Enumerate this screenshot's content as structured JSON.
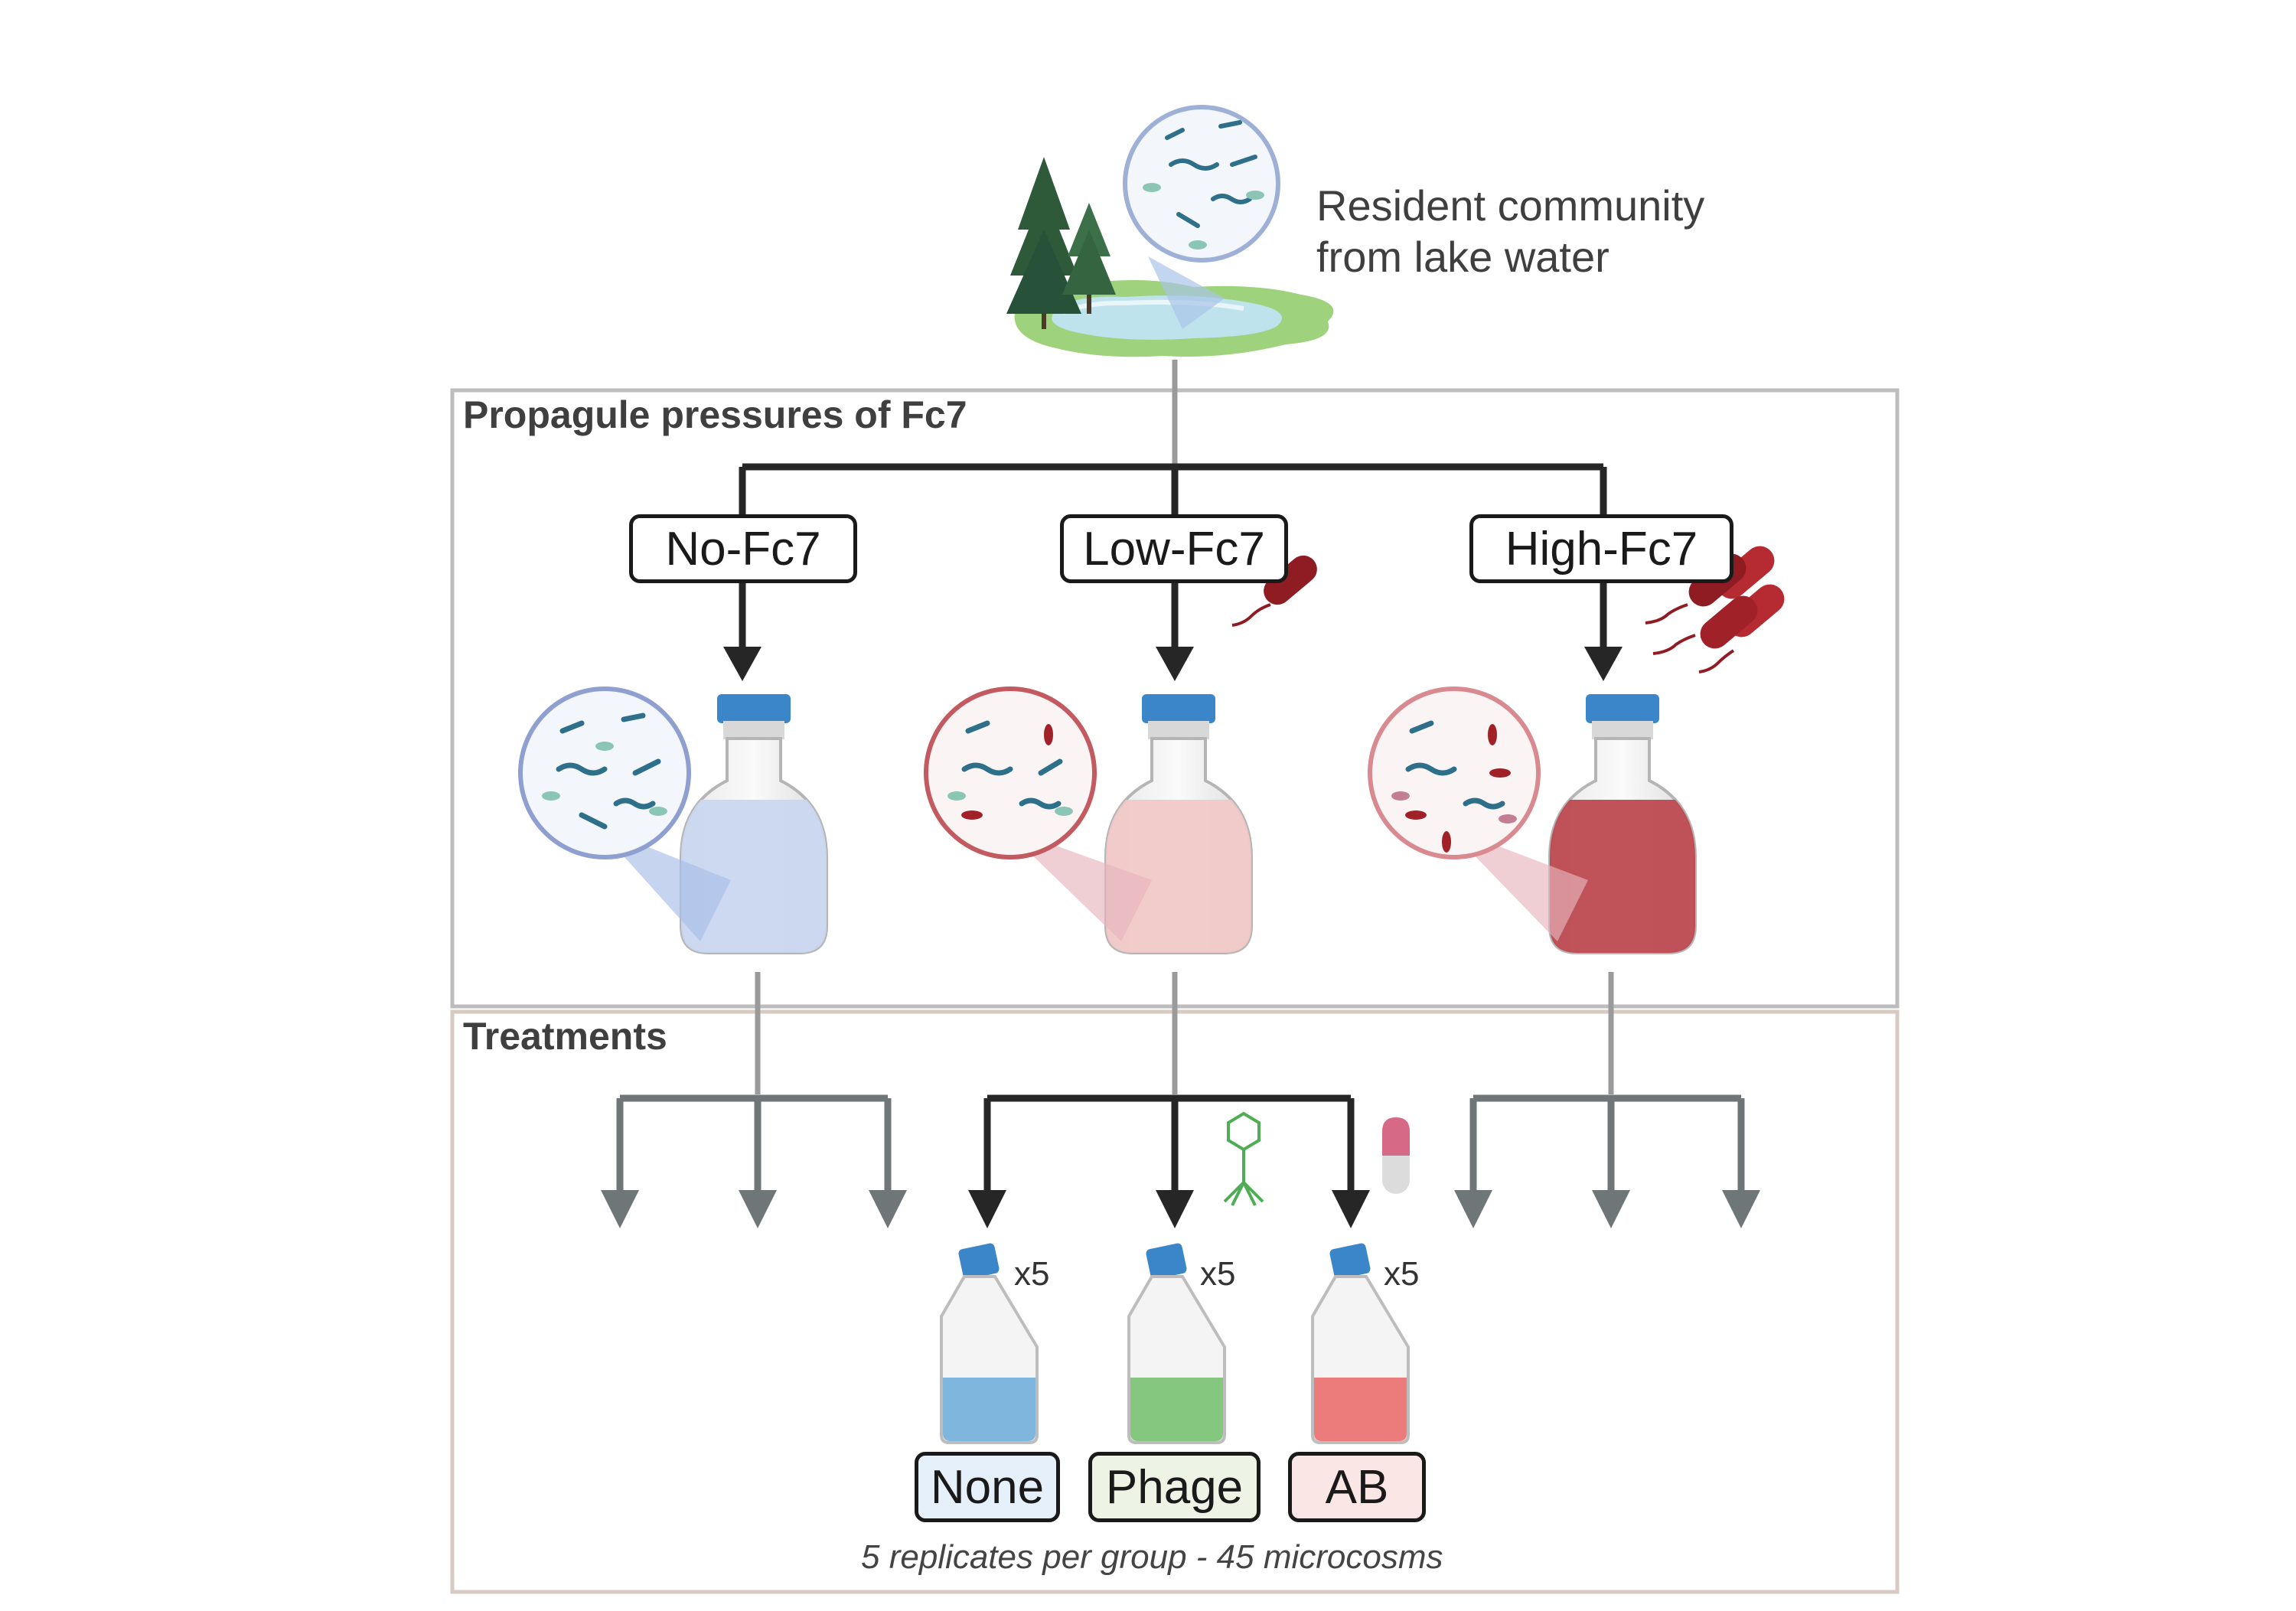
{
  "source": {
    "label_line1": "Resident community",
    "label_line2": "from lake water"
  },
  "sections": {
    "propagule_title": "Propagule pressures of Fc7",
    "treatments_title": "Treatments"
  },
  "groups": [
    {
      "label": "No-Fc7",
      "fc7_cells": 0,
      "fill_color": "#c9d7f0"
    },
    {
      "label": "Low-Fc7",
      "fc7_cells": 1,
      "fill_color": "#f1c8c8"
    },
    {
      "label": "High-Fc7",
      "fc7_cells": 4,
      "fill_color": "#bd4a50"
    }
  ],
  "treatments": [
    {
      "label": "None",
      "replicates": "x5",
      "fill_color": "#7fb6dd",
      "box_color": "#e6f0fa"
    },
    {
      "label": "Phage",
      "replicates": "x5",
      "fill_color": "#86c77f",
      "box_color": "#edf4e6"
    },
    {
      "label": "AB",
      "replicates": "x5",
      "fill_color": "#ec7b7b",
      "box_color": "#fbe6e6"
    }
  ],
  "footer": "5 replicates per group - 45 microcosms",
  "colors": {
    "arrow_dark": "#262626",
    "arrow_gray": "#6f7678",
    "box_border_top": "#bdbdbd",
    "box_border_bottom": "#d9c9c3",
    "bottle_cap": "#3a86c8",
    "fc7_red": "#a21f26"
  }
}
